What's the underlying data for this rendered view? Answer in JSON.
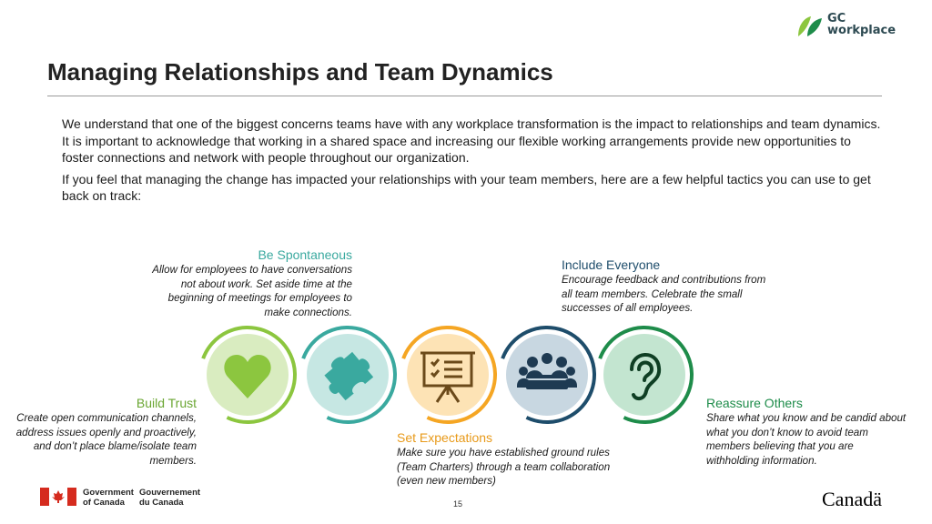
{
  "brand": {
    "line1": "GC",
    "line2": "workplace",
    "icon": "leaf-logo-icon"
  },
  "title": "Managing Relationships and Team Dynamics",
  "intro": {
    "p1": "We understand that one of the biggest concerns teams have with any workplace transformation is the impact to relationships and team dynamics. It is important to acknowledge that working in a shared space and increasing our flexible working arrangements provide new opportunities to foster connections and network with people throughout our organization.",
    "p2": "If you feel that managing the change has impacted your relationships with your team members, here are a few helpful tactics you can use to get back on track:"
  },
  "tactics": [
    {
      "heading": "Build Trust",
      "text": "Create open communication channels, address issues openly and proactively, and don’t place blame/isolate team members.",
      "color": "#8cc63f",
      "icon": "heart-icon"
    },
    {
      "heading": "Be Spontaneous",
      "text": "Allow for employees to have conversations not about work. Set aside time at the beginning of meetings for employees to make connections.",
      "color": "#3aa99f",
      "icon": "puzzle-piece-icon"
    },
    {
      "heading": "Set Expectations",
      "text": "Make sure you have established ground rules (Team Charters) through a team collaboration (even new members)",
      "color": "#f5a623",
      "icon": "presentation-board-icon"
    },
    {
      "heading": "Include Everyone",
      "text": "Encourage feedback and contributions from all team members. Celebrate the small successes of all employees.",
      "color": "#1e4d6b",
      "icon": "group-meeting-icon"
    },
    {
      "heading": "Reassure Others",
      "text": "Share what you know and be candid about what you don’t know to avoid team members believing that you are withholding information.",
      "color": "#1e8c4a",
      "icon": "ear-icon"
    }
  ],
  "footer": {
    "gov_en_1": "Government",
    "gov_en_2": "of Canada",
    "gov_fr_1": "Gouvernement",
    "gov_fr_2": "du Canada",
    "page": "15",
    "wordmark": "Canadä",
    "flag_icon": "canada-flag-icon"
  }
}
